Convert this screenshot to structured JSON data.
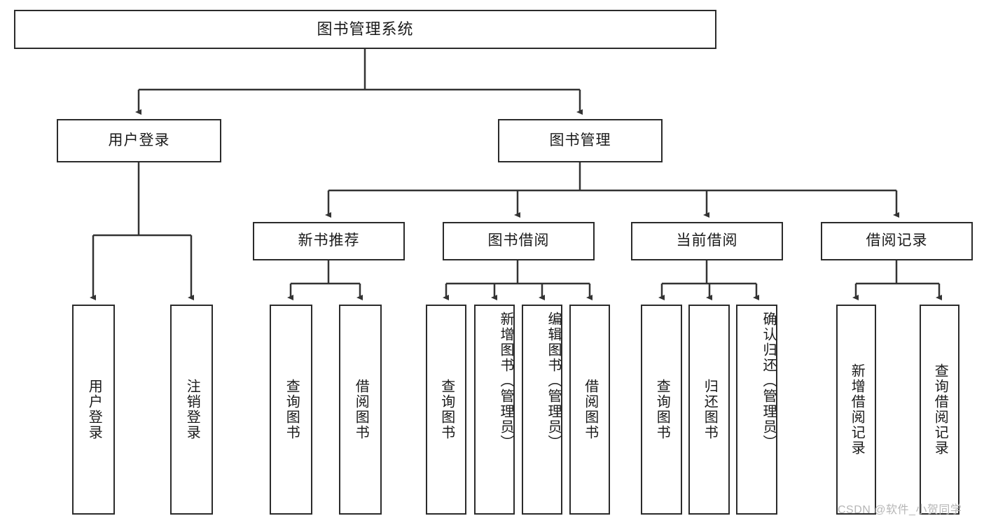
{
  "diagram": {
    "title": "图书管理系统",
    "type": "tree-hierarchy-chart",
    "watermark": "CSDN @软件_小贺同学",
    "colors": {
      "box_border": "#2b2b2b",
      "box_fill": "#ffffff",
      "edge": "#333333",
      "text": "#1a1a1a",
      "watermark": "#b6b6b6"
    },
    "levels": {
      "root": {
        "label": "图书管理系统"
      },
      "level1": [
        {
          "id": "user-login",
          "label": "用户登录"
        },
        {
          "id": "book-manage",
          "label": "图书管理"
        }
      ],
      "level2": [
        {
          "id": "new-book-recommend",
          "label": "新书推荐"
        },
        {
          "id": "book-borrow",
          "label": "图书借阅"
        },
        {
          "id": "current-borrow",
          "label": "当前借阅"
        },
        {
          "id": "borrow-record",
          "label": "借阅记录"
        }
      ],
      "leaves": {
        "user_login": [
          {
            "id": "leaf-user-login",
            "label": "用户登录"
          },
          {
            "id": "leaf-user-logout",
            "label": "注销登录"
          }
        ],
        "new_book_recommend": [
          {
            "id": "leaf-query-book-1",
            "label": "查询图书"
          },
          {
            "id": "leaf-borrow-book-1",
            "label": "借阅图书"
          }
        ],
        "book_borrow": [
          {
            "id": "leaf-query-book-2",
            "label": "查询图书"
          },
          {
            "id": "leaf-add-book",
            "label": "新增图书（管理员）"
          },
          {
            "id": "leaf-edit-book",
            "label": "编辑图书（管理员）"
          },
          {
            "id": "leaf-borrow-book-2",
            "label": "借阅图书"
          }
        ],
        "current_borrow": [
          {
            "id": "leaf-query-book-3",
            "label": "查询图书"
          },
          {
            "id": "leaf-return-book",
            "label": "归还图书"
          },
          {
            "id": "leaf-confirm-return",
            "label": "确认归还（管理员）"
          }
        ],
        "borrow_record": [
          {
            "id": "leaf-add-record",
            "label": "新增借阅记录"
          },
          {
            "id": "leaf-query-record",
            "label": "查询借阅记录"
          }
        ]
      }
    }
  }
}
